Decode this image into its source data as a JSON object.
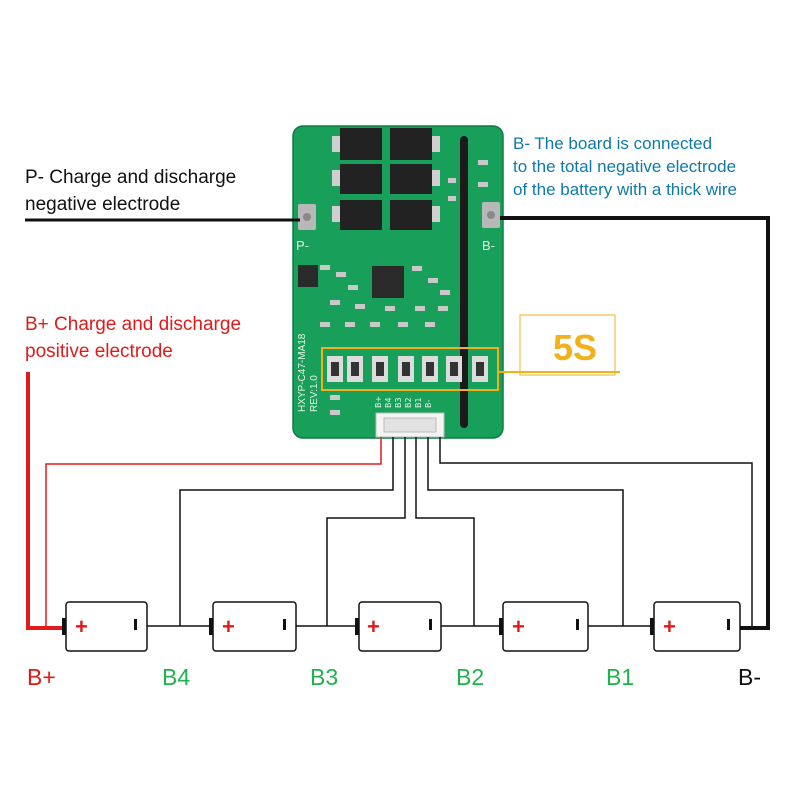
{
  "colors": {
    "pcb": "#18a05a",
    "pcb_dark": "#0f7a43",
    "black_text": "#111111",
    "red": "#e11b1b",
    "green": "#1fb34d",
    "teal": "#0f7aa8",
    "gold": "#f2b01a"
  },
  "labels": {
    "p_minus_line1": "P- Charge and discharge",
    "p_minus_line2": "negative electrode",
    "b_minus_line1": "B- The board is connected",
    "b_minus_line2": "to the total negative electrode",
    "b_minus_line3": "of the battery with a thick wire",
    "b_plus_line1": "B+ Charge and discharge",
    "b_plus_line2": "positive electrode",
    "series": "5S"
  },
  "board": {
    "pad_p_minus": "P-",
    "pad_b_minus": "B-",
    "model": "HXYP-C47-MA18",
    "rev": "REV:1.0",
    "connector_pins": [
      "B+",
      "B4",
      "B3",
      "B2",
      "B1",
      "B-"
    ]
  },
  "terminals": [
    "B+",
    "B4",
    "B3",
    "B2",
    "B1",
    "B-"
  ],
  "battery_symbols": {
    "plus": "+"
  }
}
